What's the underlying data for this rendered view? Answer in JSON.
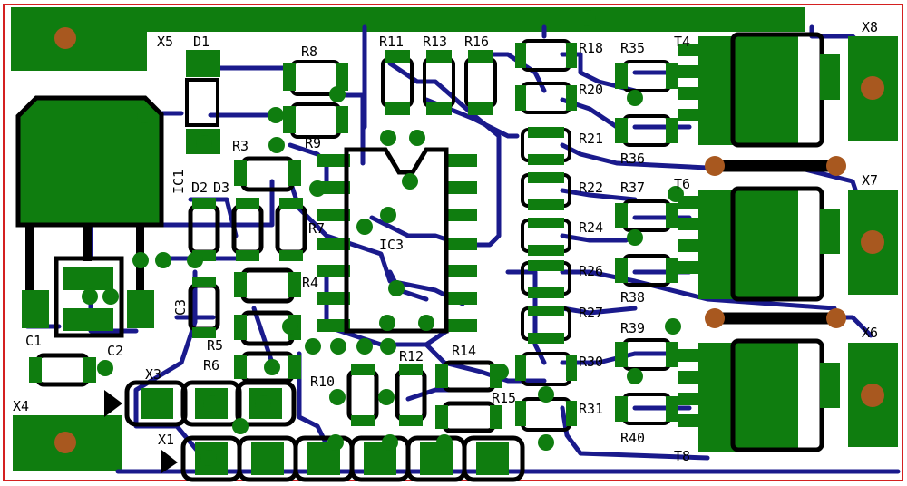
{
  "colors": {
    "board_outline": "#d42020",
    "copper": "#0f7d0f",
    "track": "#1a1a8c",
    "silkscreen": "#000000",
    "via": "#a8581f",
    "background": "#ffffff"
  },
  "labels": {
    "X5": "X5",
    "D1": "D1",
    "R8": "R8",
    "R11": "R11",
    "R13": "R13",
    "R16": "R16",
    "R18": "R18",
    "R35": "R35",
    "T4": "T4",
    "X8": "X8",
    "R20": "R20",
    "R21": "R21",
    "R36": "R36",
    "R3": "R3",
    "R9": "R9",
    "IC1": "IC1",
    "D2": "D2",
    "D3": "D3",
    "R22": "R22",
    "R37": "R37",
    "T6": "T6",
    "X7": "X7",
    "R7": "R7",
    "IC3": "IC3",
    "R24": "R24",
    "R26": "R26",
    "R4": "R4",
    "R38": "R38",
    "C3": "C3",
    "R27": "R27",
    "R39": "R39",
    "X6": "X6",
    "C1": "C1",
    "C2": "C2",
    "R5": "R5",
    "R6": "R6",
    "R12": "R12",
    "R14": "R14",
    "R30": "R30",
    "X3": "X3",
    "R10": "R10",
    "R15": "R15",
    "R31": "R31",
    "X4": "X4",
    "X1": "X1",
    "R40": "R40",
    "T8": "T8"
  }
}
